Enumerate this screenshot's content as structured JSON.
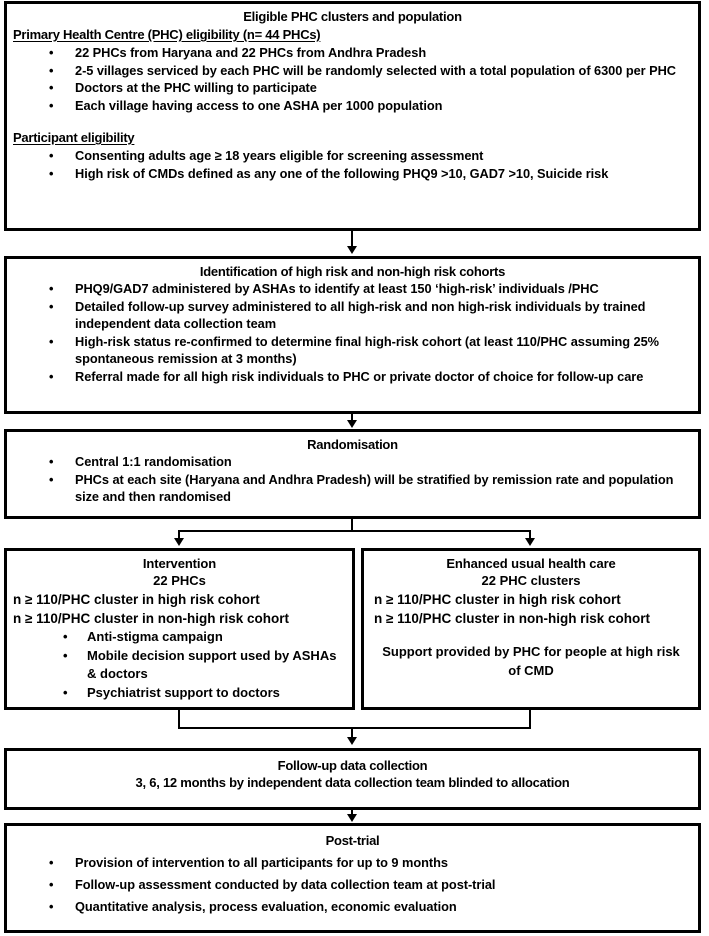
{
  "figure": {
    "type": "trial-flow-diagram"
  },
  "box1": {
    "title": "Eligible PHC clusters and population",
    "section1_heading": "Primary Health Centre (PHC) eligibility (n= 44 PHCs)",
    "section1_bullets": [
      "22 PHCs from Haryana and 22 PHCs from Andhra Pradesh",
      "2-5 villages serviced by each PHC will be randomly selected with a total population of 6300 per PHC",
      "Doctors at the PHC willing to participate",
      "Each village having access to one ASHA per 1000 population"
    ],
    "section2_heading": "Participant eligibility",
    "section2_bullets": [
      "Consenting adults age ≥ 18 years eligible for screening assessment",
      "High risk of CMDs defined as any one of the following PHQ9 >10, GAD7 >10, Suicide risk"
    ]
  },
  "box2": {
    "title": "Identification of high risk and non-high risk cohorts",
    "bullets": [
      "PHQ9/GAD7 administered by ASHAs to identify at least 150 ‘high-risk’ individuals /PHC",
      "Detailed follow-up survey administered to all high-risk and non high-risk individuals by trained independent data collection team",
      "High-risk status re-confirmed to determine final high-risk cohort (at least 110/PHC assuming 25% spontaneous remission at 3 months)",
      "Referral made for all high risk individuals to PHC or private doctor of choice for follow-up care"
    ]
  },
  "box3": {
    "title": "Randomisation",
    "bullets": [
      "Central 1:1 randomisation",
      "PHCs at each site (Haryana and Andhra Pradesh) will be stratified by remission rate and population size and then randomised"
    ]
  },
  "box4_intervention": {
    "title": "Intervention",
    "subtitle": "22 PHCs",
    "line1": "n ≥ 110/PHC cluster in high risk cohort",
    "line2": "n ≥ 110/PHC cluster in non-high risk cohort",
    "bullets": [
      "Anti-stigma campaign",
      "Mobile decision support used by ASHAs & doctors",
      "Psychiatrist support to doctors"
    ]
  },
  "box5_control": {
    "title": "Enhanced usual health care",
    "subtitle": "22 PHC clusters",
    "line1": "n ≥  110/PHC cluster in high risk cohort",
    "line2": "n ≥  110/PHC cluster in non-high risk cohort",
    "note": "Support provided by PHC for people at high risk of CMD"
  },
  "box6_followup": {
    "title": "Follow-up data collection",
    "line1": "3, 6, 12 months by independent data collection team blinded to allocation"
  },
  "box7_posttrial": {
    "title": "Post-trial",
    "bullets": [
      "Provision of intervention to all participants for up to 9 months",
      "Follow-up assessment conducted by data collection team at post-trial",
      "Quantitative analysis, process evaluation, economic evaluation"
    ]
  },
  "glyphs": {
    "bullet": "•"
  }
}
